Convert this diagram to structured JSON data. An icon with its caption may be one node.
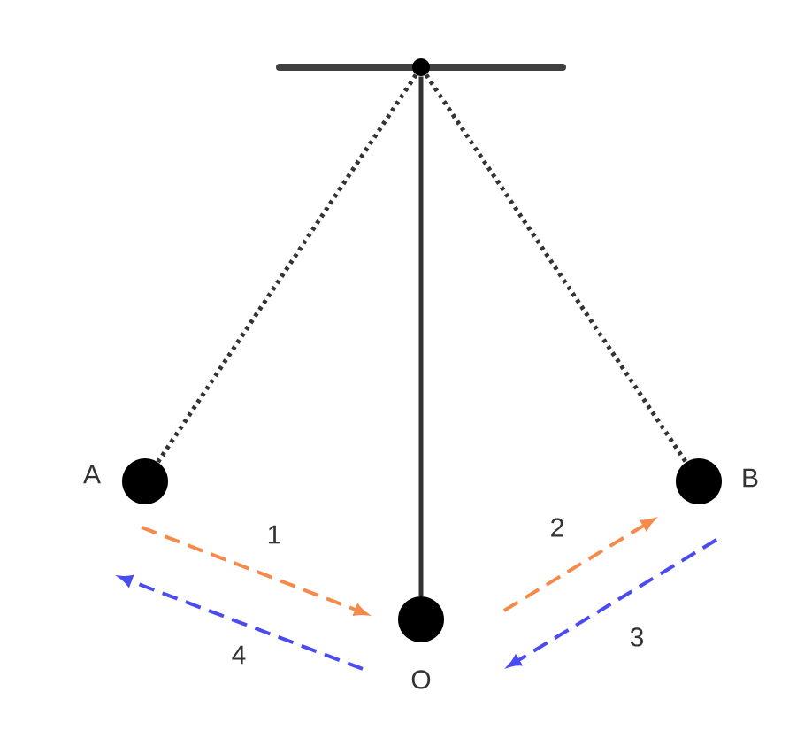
{
  "diagram": {
    "nodes": [
      {
        "text": [],
        "shape": "circle"
      },
      {
        "text": [],
        "shape": "circle",
        "beside": [
          "A"
        ]
      },
      {
        "text": [],
        "shape": "circle",
        "beside": [
          "B"
        ]
      },
      {
        "text": [],
        "shape": "circle",
        "beside": [
          "O"
        ]
      }
    ],
    "edges": [
      {
        "from": 0,
        "to": 1,
        "arrow": "none",
        "style": "dashed"
      },
      {
        "from": 0,
        "to": 3,
        "arrow": "none"
      },
      {
        "from": 0,
        "to": 2,
        "arrow": "none",
        "style": "dashed"
      },
      {
        "from": 1,
        "to": 3,
        "arrow": "to",
        "style": "dashed",
        "color": "#f58a4b",
        "label": "1"
      },
      {
        "from": 3,
        "to": 2,
        "arrow": "to",
        "style": "dashed",
        "color": "#f58a4b",
        "label": "2"
      },
      {
        "from": 2,
        "to": 3,
        "arrow": "to",
        "style": "dashed",
        "color": "#4b4bf2",
        "label": "3"
      },
      {
        "from": 3,
        "to": 1,
        "arrow": "to",
        "style": "dashed",
        "color": "#4b4bf2",
        "label": "4"
      }
    ]
  }
}
